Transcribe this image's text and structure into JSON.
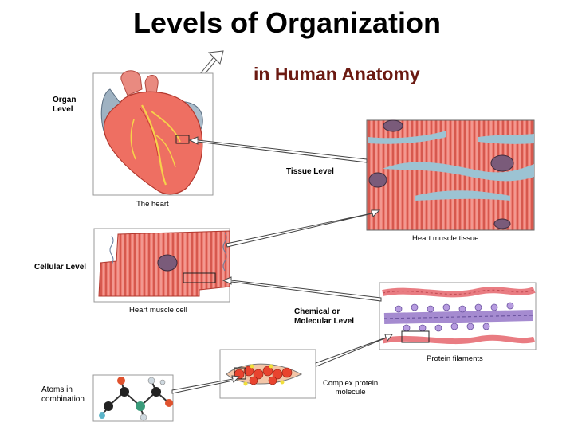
{
  "title": "Levels of Organization",
  "subtitle": "in Human Anatomy",
  "labels": {
    "organ_level": "Organ\nLevel",
    "tissue_level": "Tissue Level",
    "cellular_level": "Cellular Level",
    "chemical_level": "Chemical or\nMolecular Level",
    "atoms": "Atoms in\ncombination"
  },
  "captions": {
    "heart": "The heart",
    "heart_muscle_tissue": "Heart muscle tissue",
    "heart_muscle_cell": "Heart muscle cell",
    "protein_filaments": "Protein filaments",
    "complex_protein": "Complex protein\nmolecule"
  },
  "colors": {
    "title_text": "#000000",
    "subtitle_text": "#6b1a12",
    "muscle": "#ee7e74",
    "striation": "#c9443a",
    "nucleus": "#7a5b7a",
    "vessel_blue": "#8fb7c7",
    "filament_purple": "#a58bd0",
    "arrow": "#ffffff"
  }
}
